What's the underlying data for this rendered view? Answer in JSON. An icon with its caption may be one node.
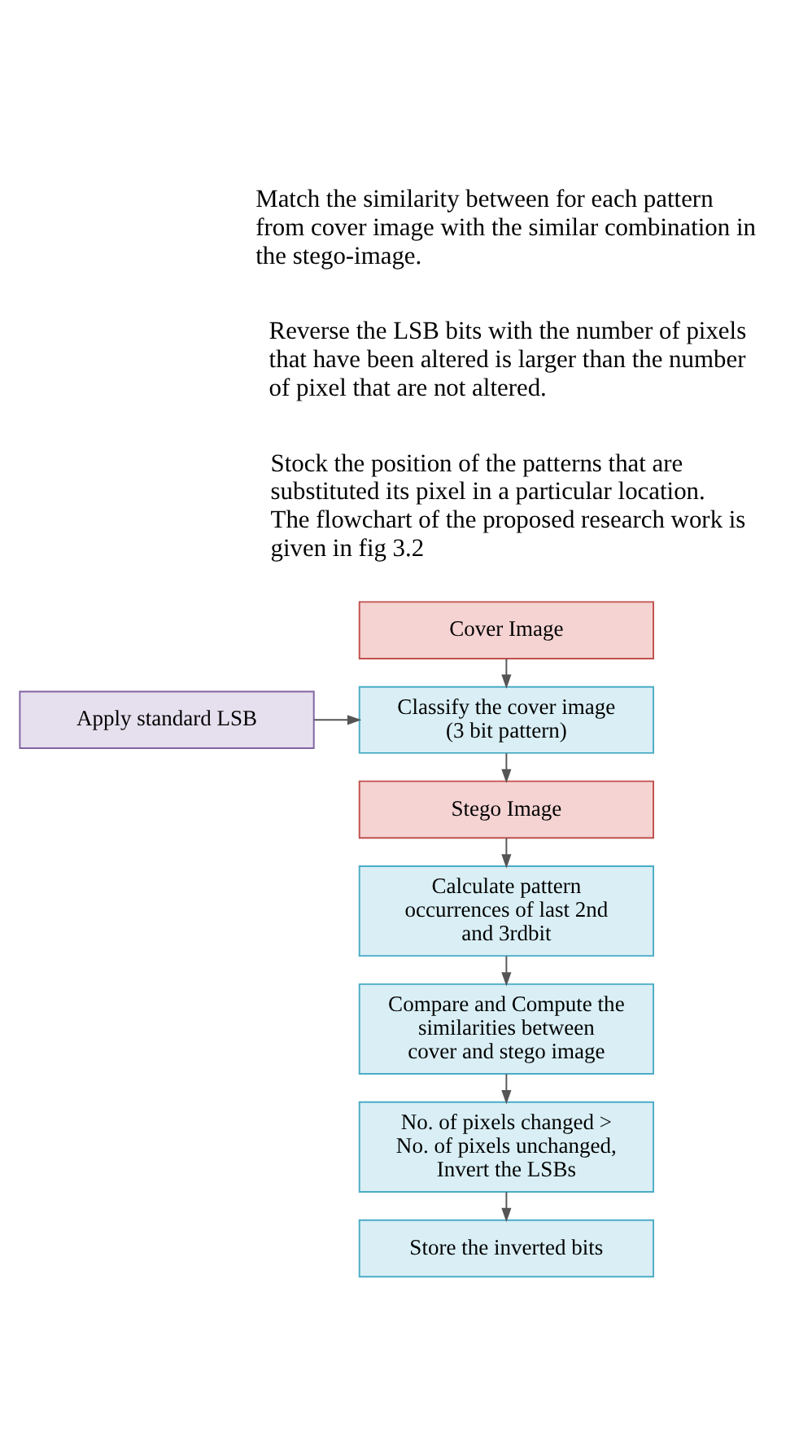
{
  "diagram": {
    "nodes": [
      {
        "text": [
          "Cover Image"
        ]
      },
      {
        "text": [
          "Classify the cover image (3 bit pattern)"
        ]
      },
      {
        "text": [
          "Apply standard LSB"
        ]
      },
      {
        "text": [
          "Stego Image"
        ]
      },
      {
        "text": [
          "Calculate pattern occurrences of last 2nd and 3rdbit"
        ]
      },
      {
        "text": [
          "Compare and Compute the similarities between cover and stego image"
        ]
      },
      {
        "text": [
          "No. of pixels changed > No. of pixels unchanged, Invert the LSBs"
        ]
      },
      {
        "text": [
          "Store the inverted bits"
        ]
      }
    ],
    "edges": [
      {
        "from": 0,
        "to": 1,
        "arrow": "to"
      },
      {
        "from": 2,
        "to": 1,
        "arrow": "to"
      },
      {
        "from": 1,
        "to": 3,
        "arrow": "to"
      },
      {
        "from": 3,
        "to": 4,
        "arrow": "to"
      },
      {
        "from": 4,
        "to": 5,
        "arrow": "to"
      },
      {
        "from": 5,
        "to": 6,
        "arrow": "to"
      },
      {
        "from": 6,
        "to": 7,
        "arrow": "to"
      }
    ],
    "labels": [
      "Match the similarity between for each pattern from cover image with the similar combination in the stego-image.",
      "Reverse the LSB bits with the number of pixels that have been altered is larger than the number of pixel that are not altered.",
      "Stock the position of the patterns that are substituted its pixel in a particular location. The flowchart of the proposed research work is given in fig 3.2"
    ]
  }
}
